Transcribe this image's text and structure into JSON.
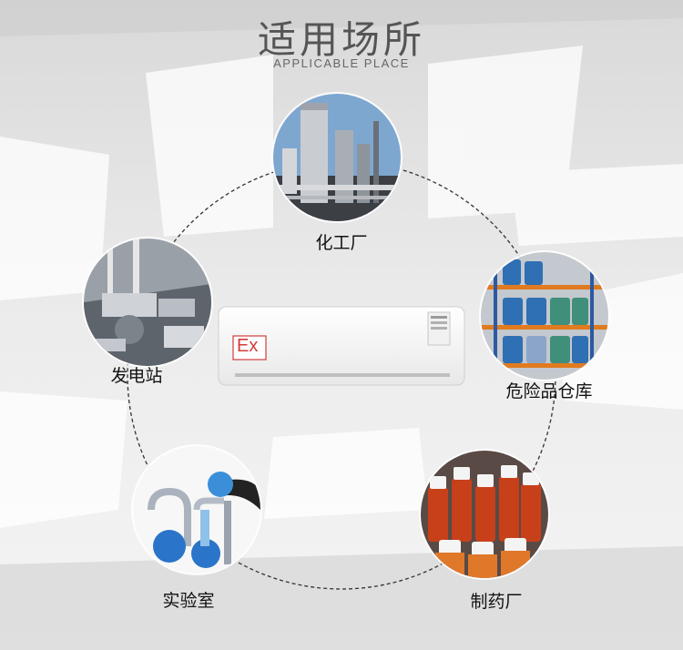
{
  "header": {
    "title": "适用场所",
    "subtitle": "APPLICABLE PLACE"
  },
  "product": {
    "badge_text": "Ex",
    "icon": "explosion-proof-air-conditioner"
  },
  "places": [
    {
      "label": "化工厂",
      "icon": "chemical-plant-photo"
    },
    {
      "label": "危险品仓库",
      "icon": "warehouse-photo"
    },
    {
      "label": "制药厂",
      "icon": "pharmacy-bottles-photo"
    },
    {
      "label": "实验室",
      "icon": "lab-glassware-photo"
    },
    {
      "label": "发电站",
      "icon": "power-station-photo"
    }
  ]
}
